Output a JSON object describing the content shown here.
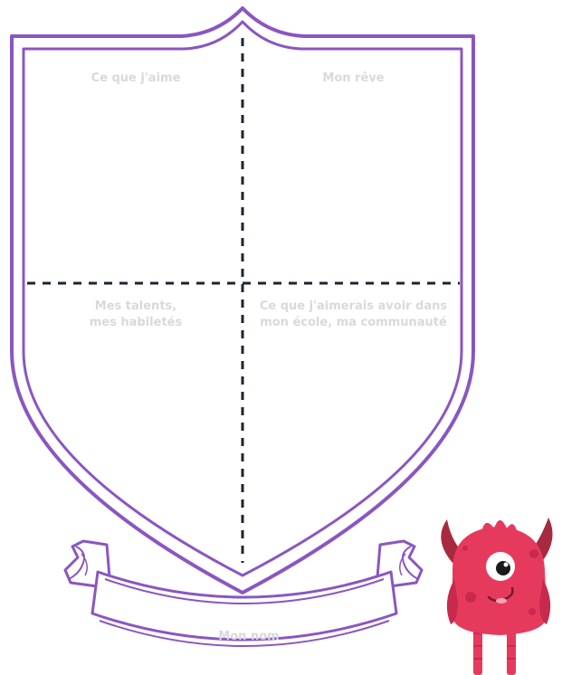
{
  "colors": {
    "shield_border": "#8a56c2",
    "divider": "#1c2333",
    "label": "#d9d9dc",
    "monster_body": "#e63a5c",
    "monster_spots": "#c72a4c",
    "monster_horns": "#a82a3e"
  },
  "shield": {
    "quadrants": {
      "top_left": "Ce que j'aime",
      "top_right": "Mon rêve",
      "bottom_left": "Mes talents,\nmes habiletés",
      "bottom_right": "Ce que j'aimerais avoir dans\nmon école, ma communauté"
    }
  },
  "banner": {
    "label": "Mon nom"
  },
  "mascot": {
    "icon": "pink-one-eyed-monster-icon"
  }
}
